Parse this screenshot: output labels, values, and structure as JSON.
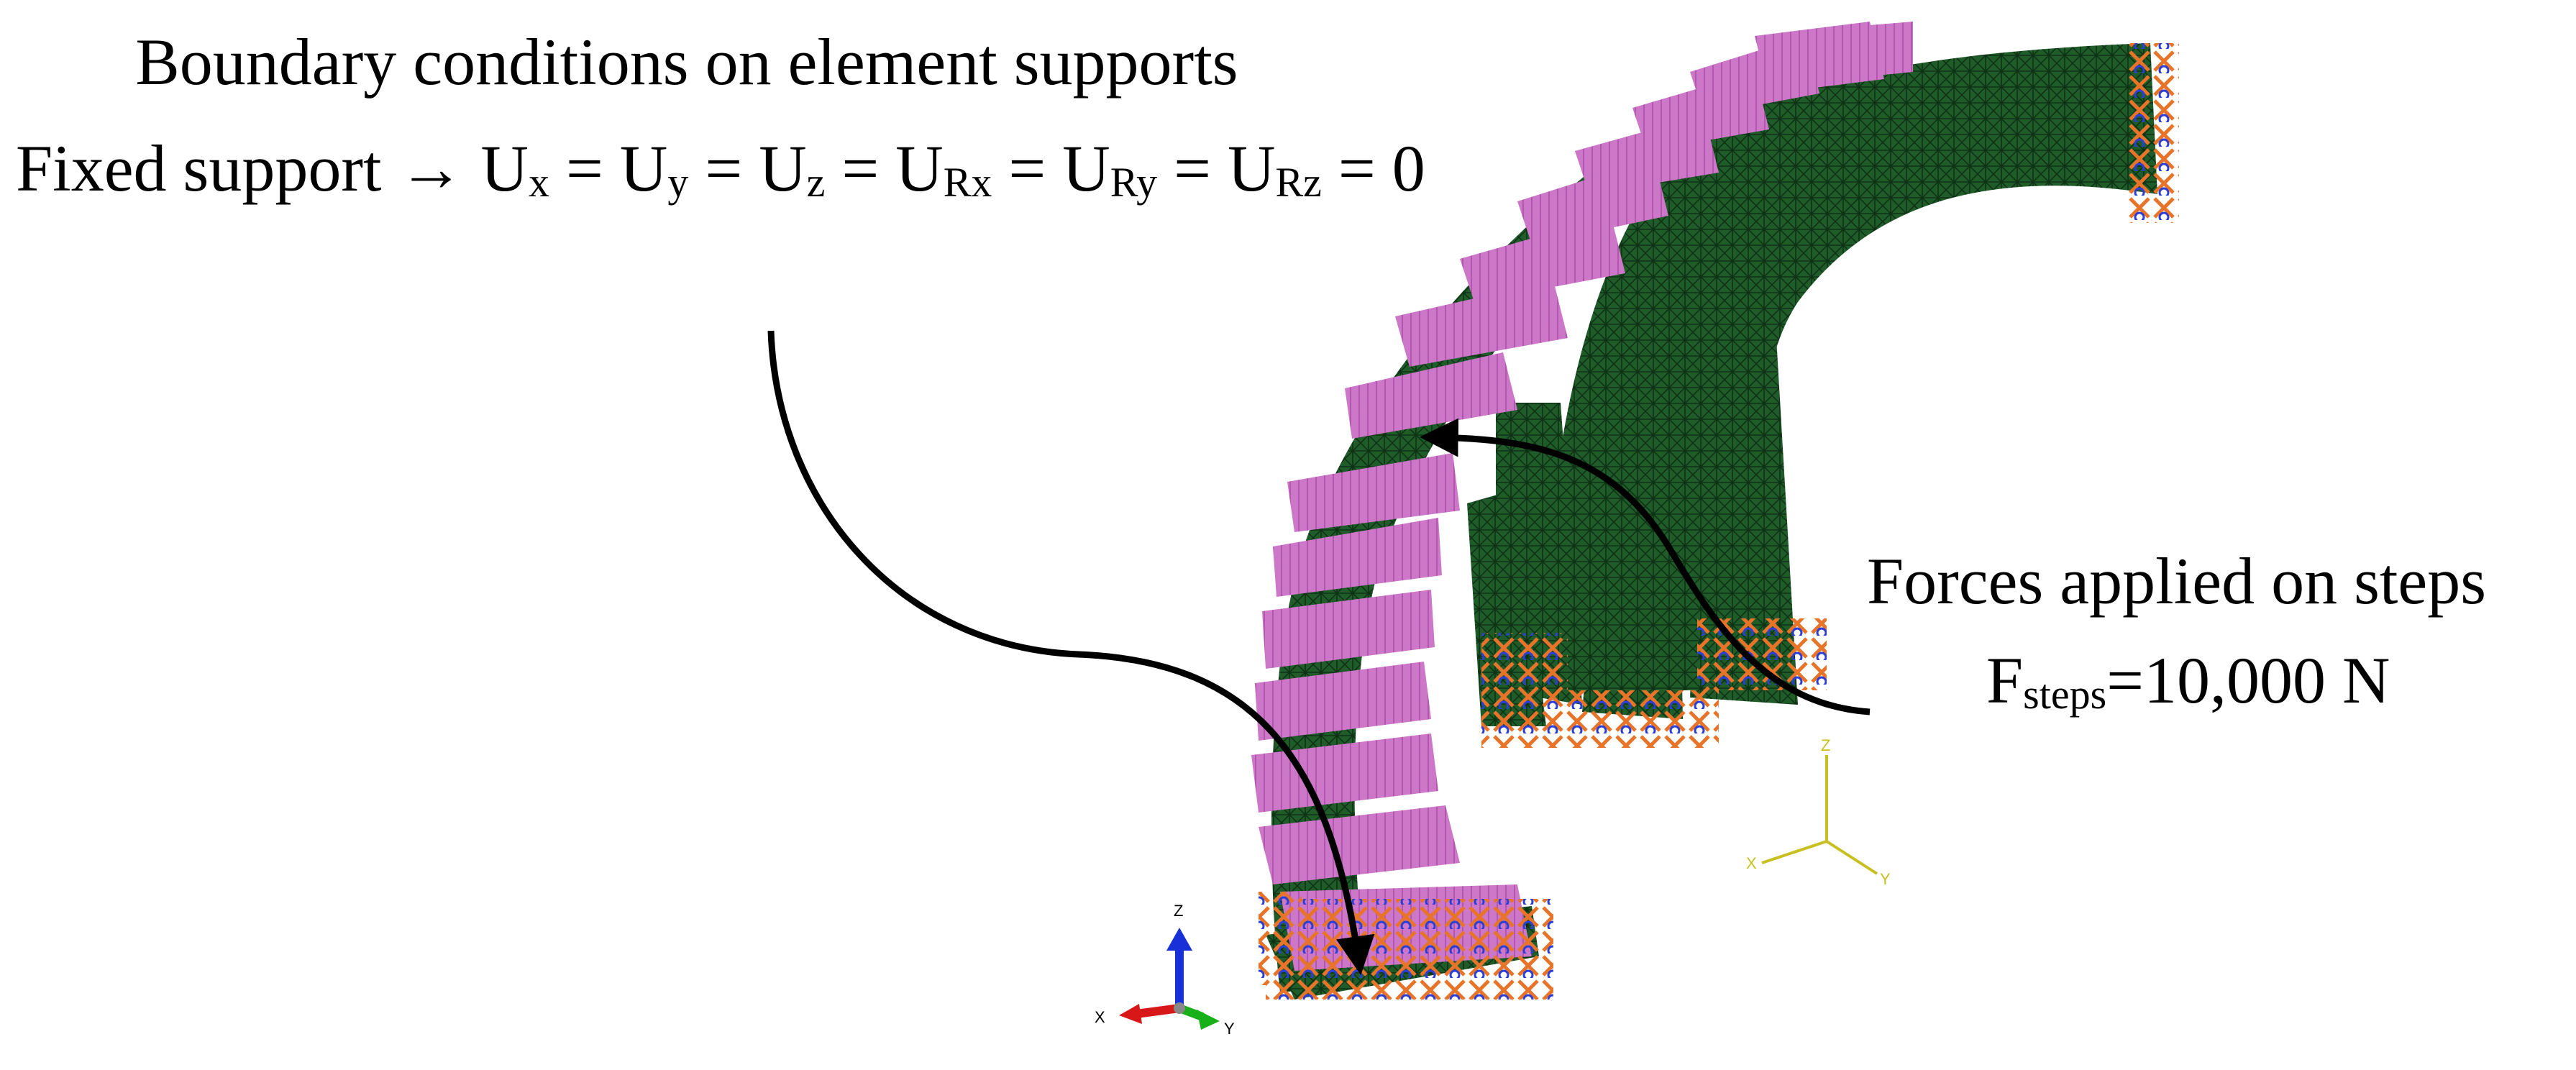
{
  "annotations": {
    "boundary_title": "Boundary conditions on element supports",
    "fixed_prefix": "Fixed support → U",
    "ux_sub": "x",
    "uy_sub": "y",
    "uz_sub": "z",
    "urx_sub": "Rx",
    "ury_sub": "Ry",
    "urz_sub": "Rz",
    "eq_sep": " = U",
    "eq_end": " = 0",
    "forces_title": "Forces applied on steps",
    "f_symbol": "F",
    "f_sub": "steps",
    "f_value": "=10,000 N"
  },
  "triads": {
    "main": {
      "x": "X",
      "y": "Y",
      "z": "Z"
    },
    "secondary": {
      "x": "X",
      "y": "Y",
      "z": "Z"
    }
  },
  "colors": {
    "mesh_green": "#1f5c2a",
    "load_pink": "#cc77c8",
    "support_orange": "#e8742a",
    "support_blue": "#2a3fd8",
    "triad_yellow": "#c8c020",
    "axis_x_red": "#d81818",
    "axis_y_green": "#18b018",
    "axis_z_blue": "#1830d8"
  }
}
